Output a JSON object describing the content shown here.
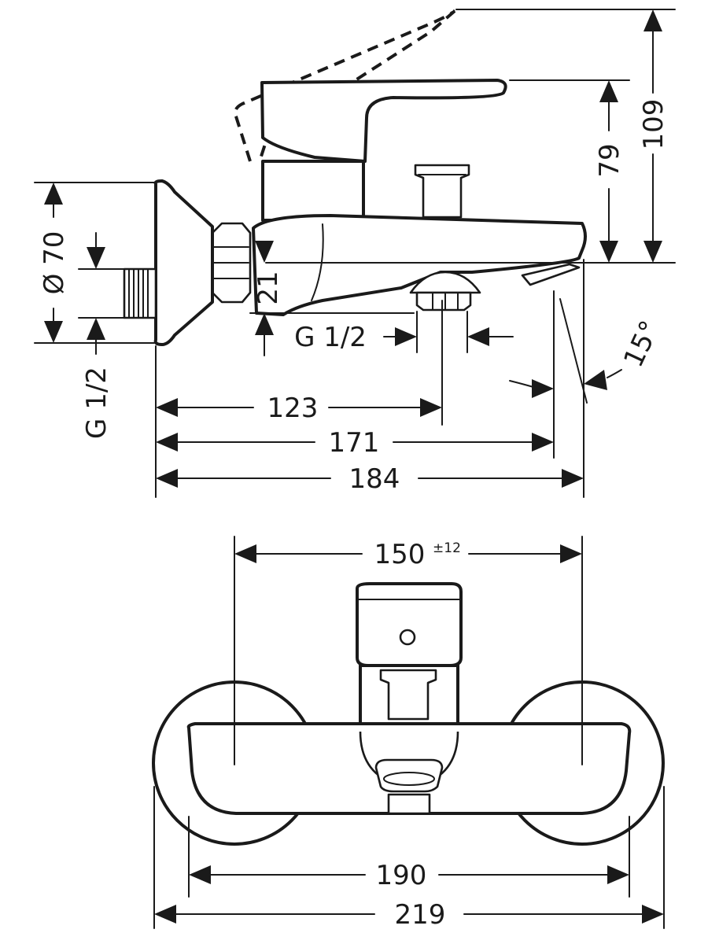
{
  "side_view": {
    "dim_height_total": "109",
    "dim_height_spout": "79",
    "dim_rosette_diameter": "Ø 70",
    "dim_thread_wall": "G 1/2",
    "dim_spout_drop": "21",
    "dim_thread_outlet": "G 1/2",
    "dim_angle": "15°",
    "dim_outlet_distance": "123",
    "dim_spout_projection": "171",
    "dim_total_depth": "184"
  },
  "front_view": {
    "dim_centers": "150",
    "dim_centers_tolerance": "±12",
    "dim_body_width": "190",
    "dim_total_width": "219"
  },
  "colors": {
    "ink": "#1a1a1a",
    "background": "#ffffff"
  }
}
